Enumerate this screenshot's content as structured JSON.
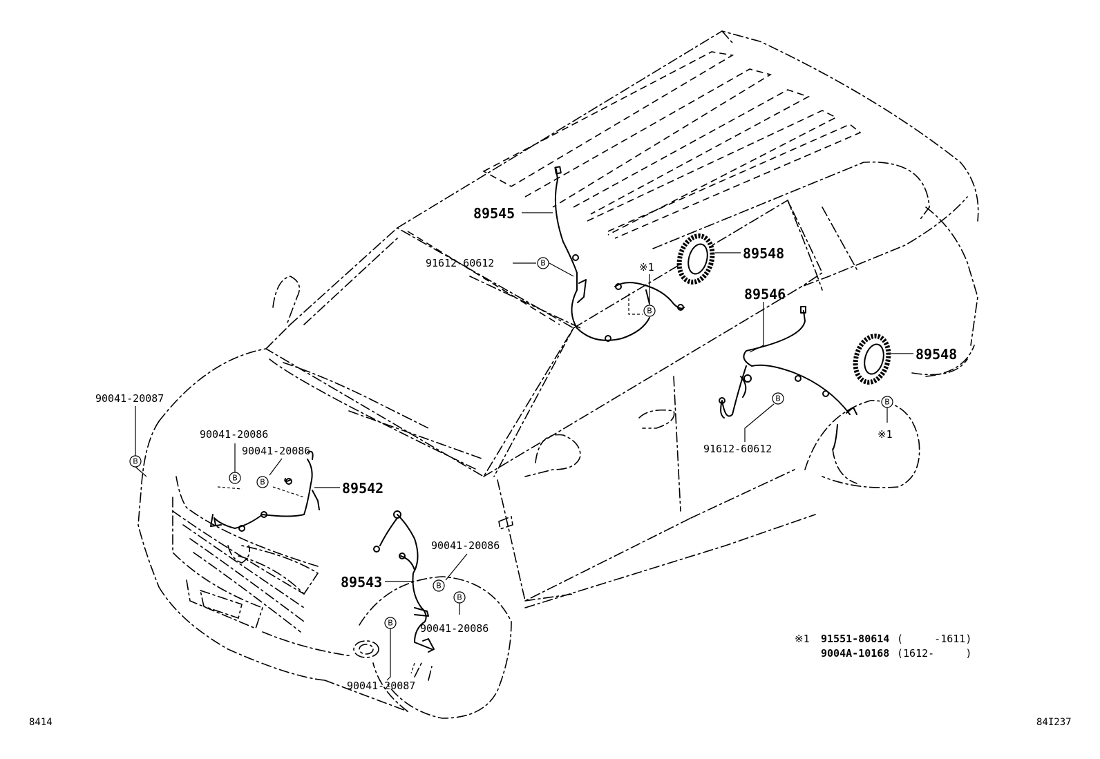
{
  "labels": {
    "p89545": "89545",
    "p89548_top": "89548",
    "p89548_right": "89548",
    "p89546": "89546",
    "p89542": "89542",
    "p89543": "89543",
    "p91612_top": "91612-60612",
    "p91612_right": "91612-60612",
    "p90041_20087_left": "90041-20087",
    "p90041_20086_a": "90041-20086",
    "p90041_20086_b": "90041-20086",
    "p90041_20086_c": "90041-20086",
    "p90041_20086_d": "90041-20086",
    "p90041_20087_bottom": "90041-20087",
    "ref1_top": "※1",
    "ref1_right": "※1"
  },
  "callout": {
    "letter": "B"
  },
  "note": {
    "marker": "※1",
    "line1_part": "91551-80614",
    "line1_range": "(     -1611)",
    "line2_part": "9004A-10168",
    "line2_range": "(1612-     )"
  },
  "footer": {
    "left_code": "8414",
    "right_code": "84I237"
  }
}
